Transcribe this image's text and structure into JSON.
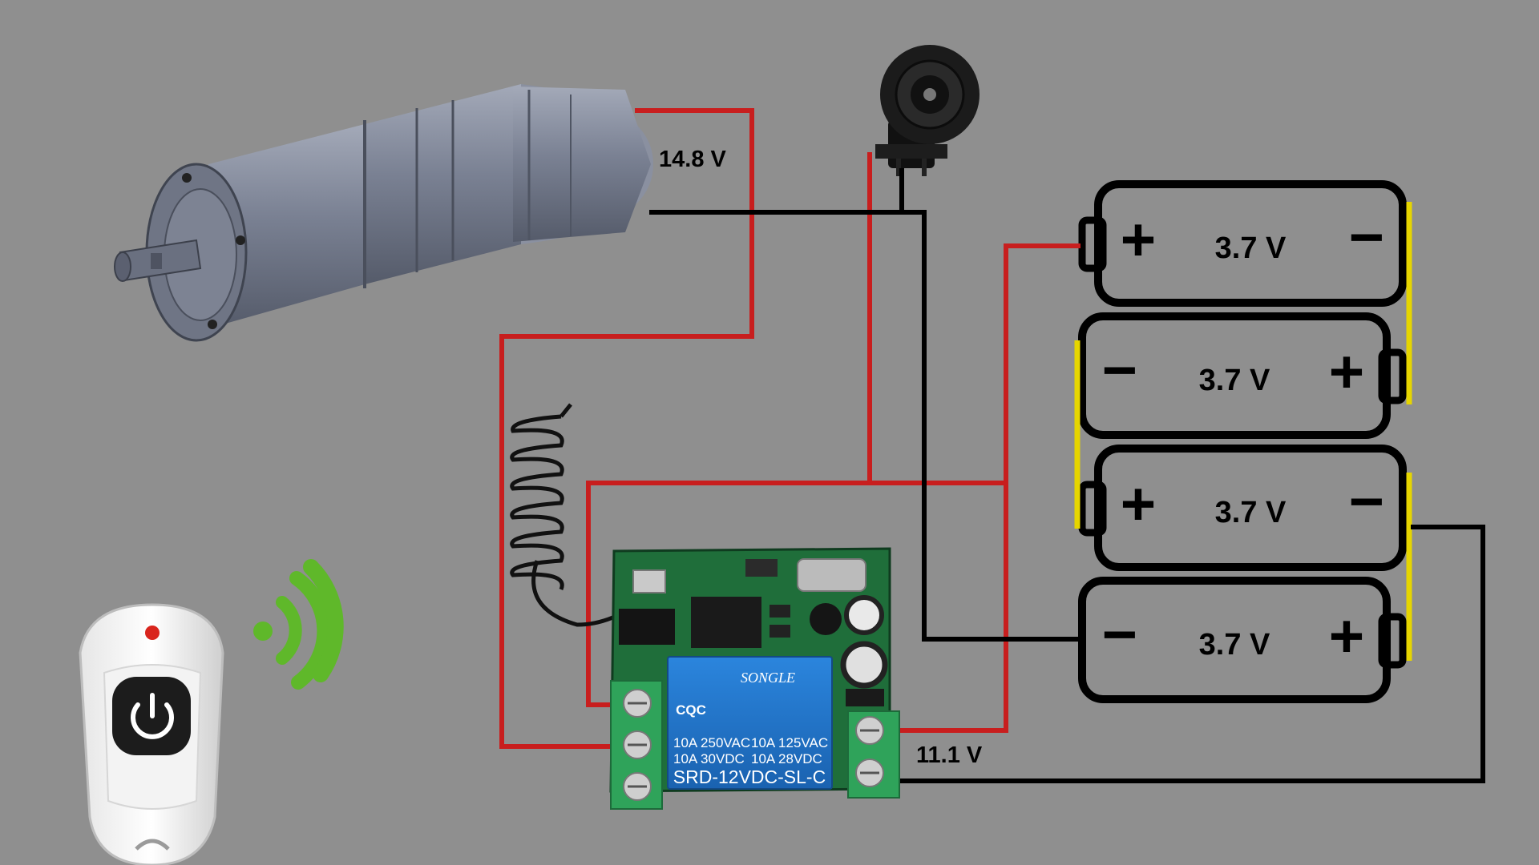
{
  "labels": {
    "motor_voltage": "14.8 V",
    "relay_voltage": "11.1 V"
  },
  "batteries": [
    {
      "voltage": "3.7 V",
      "left_symbol": "+",
      "right_symbol": "−"
    },
    {
      "voltage": "3.7 V",
      "left_symbol": "−",
      "right_symbol": "+"
    },
    {
      "voltage": "3.7 V",
      "left_symbol": "+",
      "right_symbol": "−"
    },
    {
      "voltage": "3.7 V",
      "left_symbol": "−",
      "right_symbol": "+"
    }
  ],
  "relay_module": {
    "brand": "SONGLE",
    "ratings": [
      "10A 250VAC",
      "10A 125VAC",
      "10A 30VDC",
      "10A 28VDC"
    ],
    "model": "SRD-12VDC-SL-C",
    "cert_mark": "CQC"
  },
  "colors": {
    "background": "#8f8f8f",
    "positive_wire": "#c81e1e",
    "negative_wire": "#000000",
    "battery_link": "#e6d500",
    "relay_blue": "#1f73c9",
    "pcb_green": "#1f6e3a",
    "terminal_green": "#2fa35a",
    "signal_green": "#5fb82a"
  },
  "icons": [
    "dc-motor",
    "dc-jack",
    "antenna-coil",
    "relay-module",
    "remote-control",
    "power-icon",
    "wireless-signal-icon"
  ]
}
